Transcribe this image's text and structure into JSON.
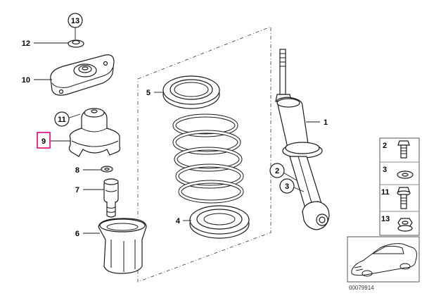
{
  "diagram": {
    "accent_color": "#e0007a",
    "callouts": [
      {
        "id": "13",
        "label": "13",
        "style": "circle"
      },
      {
        "id": "12",
        "label": "12",
        "style": "plain"
      },
      {
        "id": "10",
        "label": "10",
        "style": "plain"
      },
      {
        "id": "11",
        "label": "11",
        "style": "circle"
      },
      {
        "id": "9",
        "label": "9",
        "style": "highlighted"
      },
      {
        "id": "8",
        "label": "8",
        "style": "plain"
      },
      {
        "id": "7",
        "label": "7",
        "style": "plain"
      },
      {
        "id": "6",
        "label": "6",
        "style": "plain"
      },
      {
        "id": "5",
        "label": "5",
        "style": "plain"
      },
      {
        "id": "4",
        "label": "4",
        "style": "plain"
      },
      {
        "id": "1",
        "label": "1",
        "style": "plain"
      },
      {
        "id": "2",
        "label": "2",
        "style": "circle"
      },
      {
        "id": "3",
        "label": "3",
        "style": "circle"
      }
    ],
    "legend": [
      {
        "label": "2",
        "icon": "bolt-icon"
      },
      {
        "label": "3",
        "icon": "washer-icon"
      },
      {
        "label": "11",
        "icon": "flange-bolt-icon"
      },
      {
        "label": "13",
        "icon": "nut-icon"
      }
    ],
    "vehicle_icon": "car-thumbnail-icon",
    "diagram_number": "00079914"
  }
}
